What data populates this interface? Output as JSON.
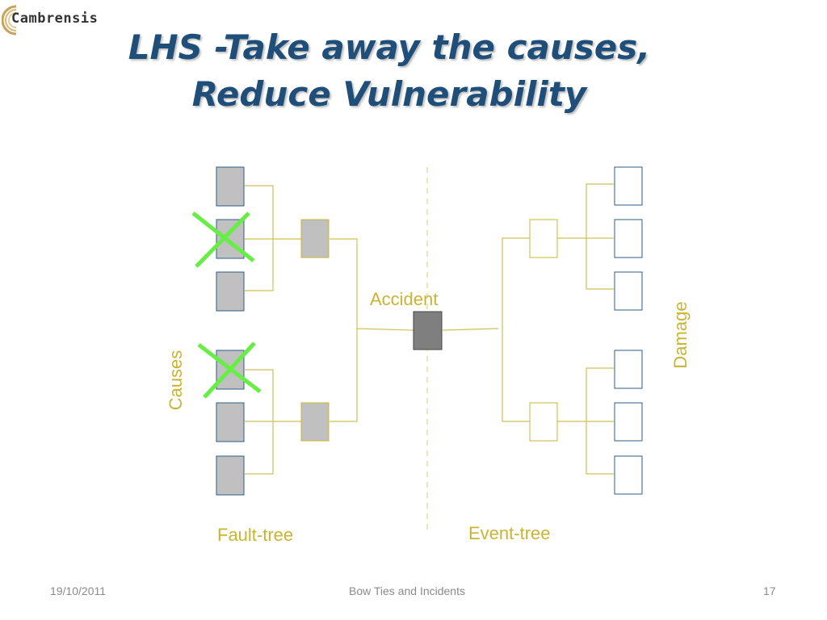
{
  "logo": {
    "text": "Cambrensis",
    "icon": "logo-arc-icon"
  },
  "title": {
    "line1": "LHS -Take away the causes,",
    "line2": "Reduce Vulnerability"
  },
  "diagram": {
    "accident_label": "Accident",
    "causes_label": "Causes",
    "damage_label": "Damage",
    "fault_tree_label": "Fault-tree",
    "event_tree_label": "Event-tree",
    "removed_marker_icon": "green-cross-icon",
    "colors": {
      "tree_line": "#cfc156",
      "cause_fill": "#c0c0c0",
      "box_border": "#2e5b8a",
      "intermediate_border": "#c9b533",
      "accident_fill": "#7f7f7f",
      "cross": "#66ee44",
      "label": "#c9b533"
    }
  },
  "footer": {
    "date": "19/10/2011",
    "center": "Bow Ties and Incidents",
    "page": "17"
  }
}
